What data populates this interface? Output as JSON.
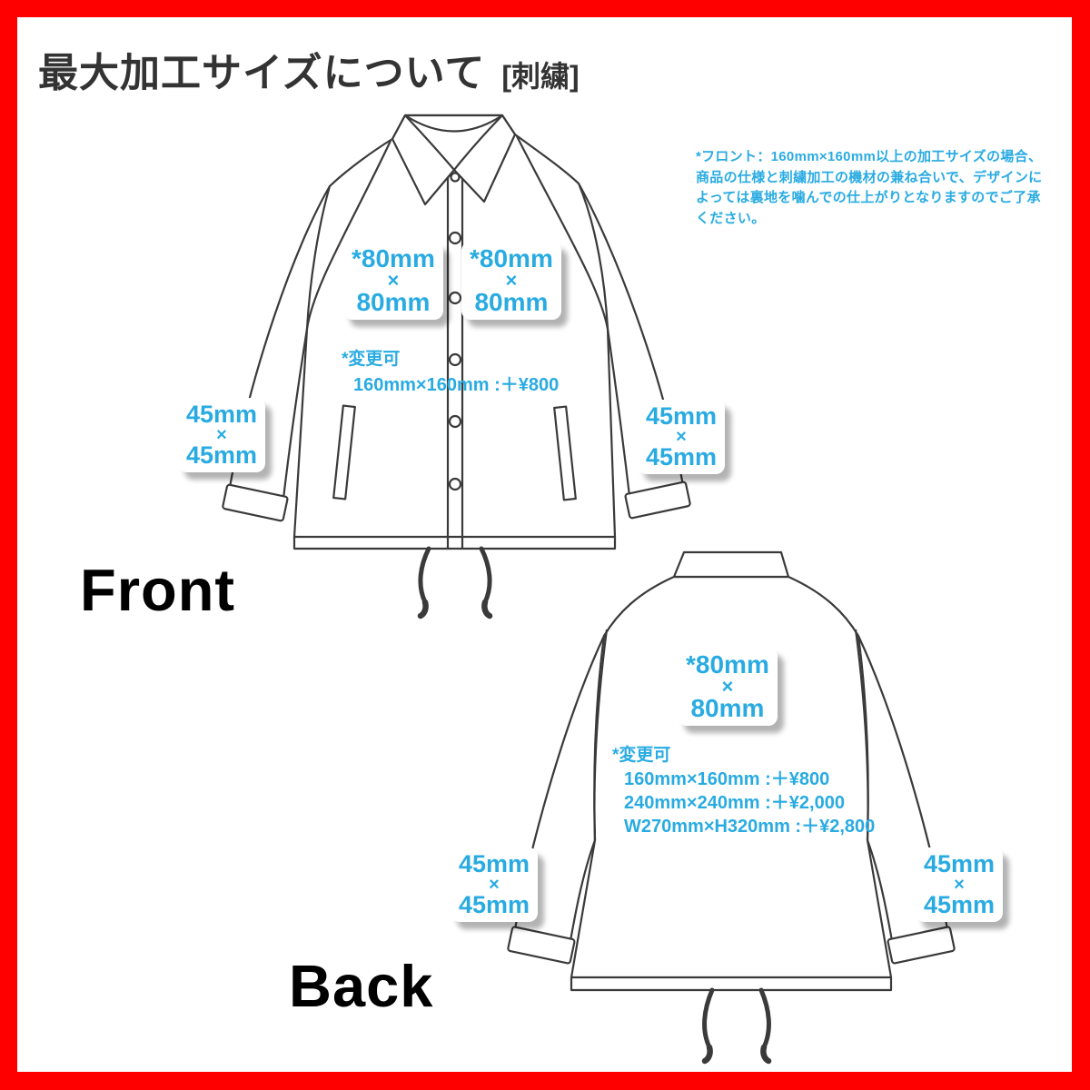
{
  "title": {
    "main": "最大加工サイズについて",
    "tag": "[刺繍]"
  },
  "colors": {
    "accent_blue": "#29ABE2",
    "border_red": "#FF0000",
    "line_ink": "#3A3A3A"
  },
  "note_top": "*フロント：160mm×160mm以上の加工サイズの場合、\n商品の仕様と刺繍加工の機材の兼ね合いで、デザインに\nよっては裏地を噛んでの仕上がりとなりますのでご了承\nください。",
  "labels": {
    "chest": {
      "line1": "*80mm",
      "times": "×",
      "line2": "80mm"
    },
    "sleeve": {
      "line1": "45mm",
      "times": "×",
      "line2": "45mm"
    }
  },
  "front": {
    "word": "Front",
    "note_title": "*変更可",
    "prices": [
      "160mm×160mm :＋¥800"
    ]
  },
  "back": {
    "word": "Back",
    "note_title": "*変更可",
    "prices": [
      "160mm×160mm :＋¥800",
      "240mm×240mm :＋¥2,000",
      "W270mm×H320mm :＋¥2,800"
    ]
  }
}
